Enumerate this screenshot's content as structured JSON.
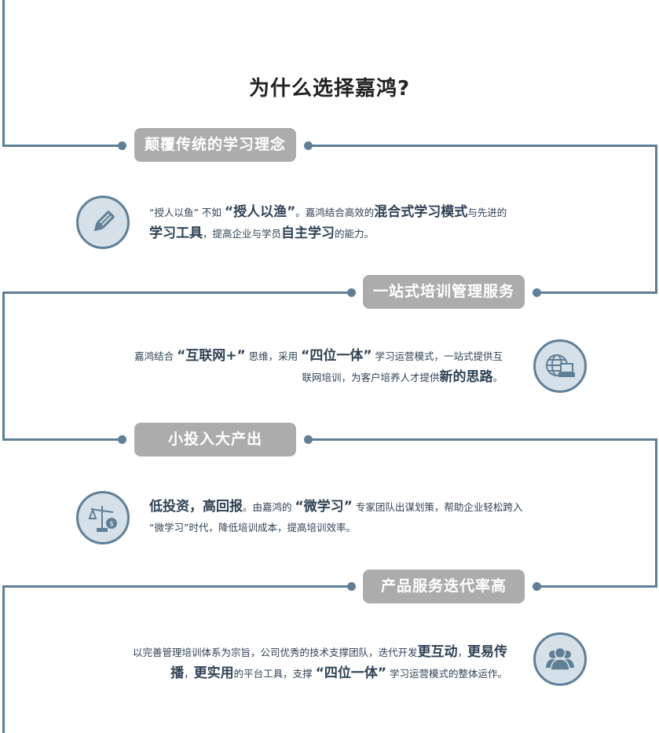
{
  "title": "为什么选择嘉鸿?",
  "colors": {
    "line": "#607f96",
    "pill": "#acacac",
    "circle_fill": "#d5e0e8"
  },
  "sections": [
    {
      "heading": "颠覆传统的学习理念",
      "icon": "pencil-icon",
      "segments": [
        [
          "“授人以鱼” 不如 ",
          0
        ],
        [
          "“授人以渔”",
          1
        ],
        [
          "。嘉鸿结合高效的",
          0
        ],
        [
          "混合式学习模式",
          1
        ],
        [
          "与先进的",
          0
        ],
        [
          "\n",
          0
        ],
        [
          "学习工具",
          1
        ],
        [
          "，提高企业与学员",
          0
        ],
        [
          "自主学习",
          1
        ],
        [
          "的能力。",
          0
        ]
      ]
    },
    {
      "heading": "一站式培训管理服务",
      "icon": "globe-computer-icon",
      "segments": [
        [
          "嘉鸿结合 ",
          0
        ],
        [
          "“互联网+”",
          1
        ],
        [
          " 思维，采用 ",
          0
        ],
        [
          "“四位一体”",
          1
        ],
        [
          " 学习运营模式，一站式提供互",
          0
        ],
        [
          "\n",
          0
        ],
        [
          "联网培训，为客户培养人才提供",
          0
        ],
        [
          "新的思路",
          1
        ],
        [
          "。",
          0
        ]
      ]
    },
    {
      "heading": "小投入大产出",
      "icon": "scale-money-icon",
      "segments": [
        [
          "低投资，高回报",
          1
        ],
        [
          "。由嘉鸿的 ",
          0
        ],
        [
          "“微学习”",
          1
        ],
        [
          " 专家团队出谋划策，帮助企业轻松跨入",
          0
        ],
        [
          "\n",
          0
        ],
        [
          "“微学习”时代，降低培训成本，提高培训效率。",
          0
        ]
      ]
    },
    {
      "heading": "产品服务迭代率高",
      "icon": "users-group-icon",
      "segments": [
        [
          "以完善管理培训体系为宗旨，公司优秀的技术支撑团队，迭代开发",
          0
        ],
        [
          "更互动",
          1
        ],
        [
          "，",
          0
        ],
        [
          "更易传",
          1
        ],
        [
          "\n",
          0
        ],
        [
          "播",
          1
        ],
        [
          "，",
          0
        ],
        [
          "更实用",
          1
        ],
        [
          "的平台工具，支撑 ",
          0
        ],
        [
          "“四位一体”",
          1
        ],
        [
          " 学习运营模式的整体运作。",
          0
        ]
      ]
    }
  ]
}
